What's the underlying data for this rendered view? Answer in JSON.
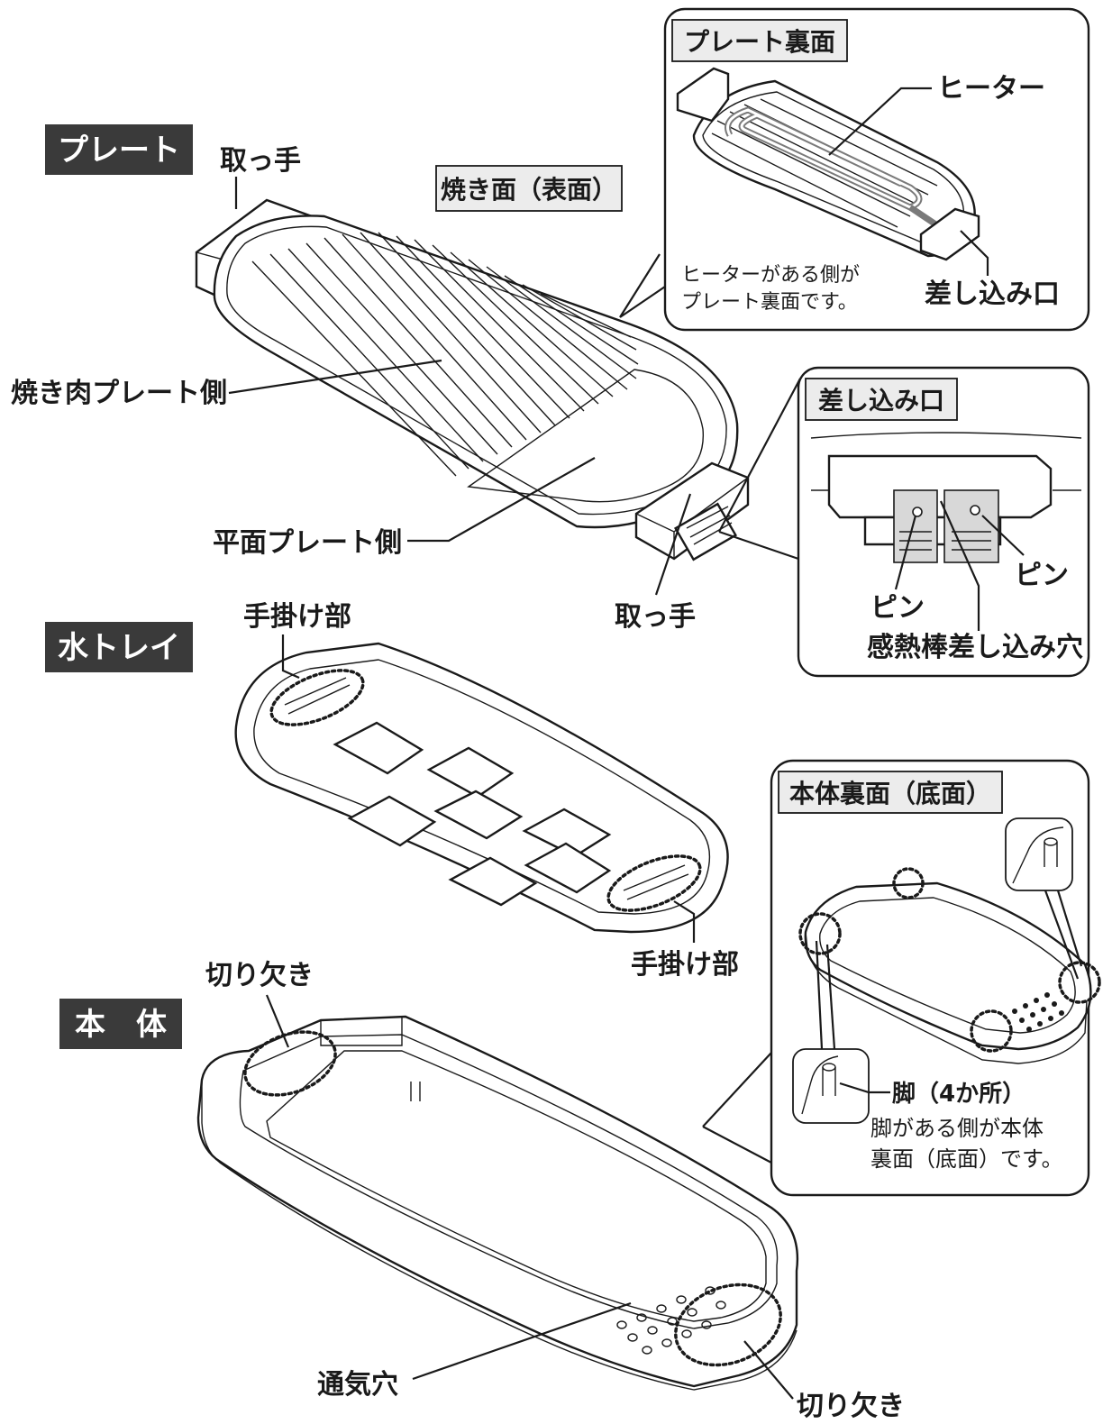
{
  "sections": {
    "plate": "プレート",
    "water_tray": "水トレイ",
    "body": "本　体"
  },
  "plate": {
    "handle_top": "取っ手",
    "handle_bottom": "取っ手",
    "grill_surface": "焼き面（表面）",
    "yakiniku_side": "焼き肉プレート側",
    "flat_side": "平面プレート側"
  },
  "plate_back_inset": {
    "title": "プレート裏面",
    "heater": "ヒーター",
    "inlet": "差し込み口",
    "note_line1": "ヒーターがある側が",
    "note_line2": "プレート裏面です。"
  },
  "inlet_inset": {
    "title": "差し込み口",
    "pin_right": "ピン",
    "pin_left": "ピン",
    "sensor_hole": "感熱棒差し込み穴"
  },
  "water_tray": {
    "grip_top": "手掛け部",
    "grip_bottom": "手掛け部"
  },
  "body_back_inset": {
    "title": "本体裏面（底面）",
    "legs": "脚（4か所）",
    "note_line1": "脚がある側が本体",
    "note_line2": "裏面（底面）です。"
  },
  "body": {
    "notch_top": "切り欠き",
    "notch_bottom": "切り欠き",
    "vent": "通気穴"
  }
}
